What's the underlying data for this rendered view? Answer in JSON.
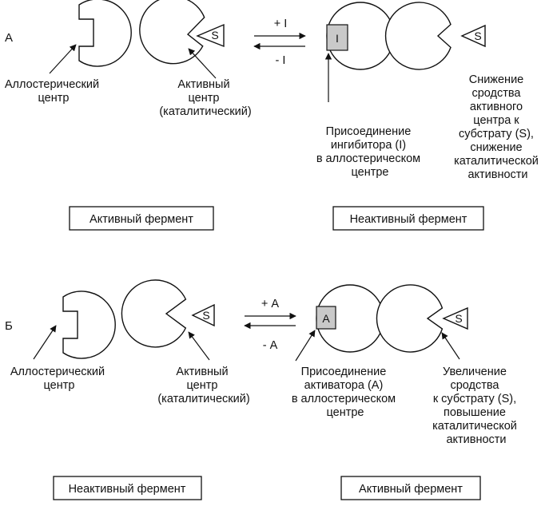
{
  "panel_a": {
    "letter": "А",
    "forward": "+ I",
    "reverse": "- I",
    "allosteric_center": [
      "Аллостерический",
      "центр"
    ],
    "active_center": [
      "Активный",
      "центр",
      "(каталитический)"
    ],
    "substrate": "S",
    "effector": "I",
    "effector_caption": [
      "Присоединение",
      "ингибитора (I)",
      "в аллостерическом",
      "центре"
    ],
    "result_caption": [
      "Снижение",
      "сродства",
      "активного",
      "центра к",
      "субстрату (S),",
      "снижение",
      "каталитической",
      "активности"
    ],
    "left_box": "Активный фермент",
    "right_box": "Неактивный фермент"
  },
  "panel_b": {
    "letter": "Б",
    "forward": "+ А",
    "reverse": "- А",
    "allosteric_center": [
      "Аллостерический",
      "центр"
    ],
    "active_center": [
      "Активный",
      "центр",
      "(каталитический)"
    ],
    "substrate": "S",
    "effector": "А",
    "effector_caption": [
      "Присоединение",
      "активатора (А)",
      "в аллостерическом",
      "центре"
    ],
    "result_caption": [
      "Увеличение",
      "сродства",
      "к субстрату (S),",
      "повышение",
      "каталитической",
      "активности"
    ],
    "left_box": "Неактивный фермент",
    "right_box": "Активный фермент"
  }
}
